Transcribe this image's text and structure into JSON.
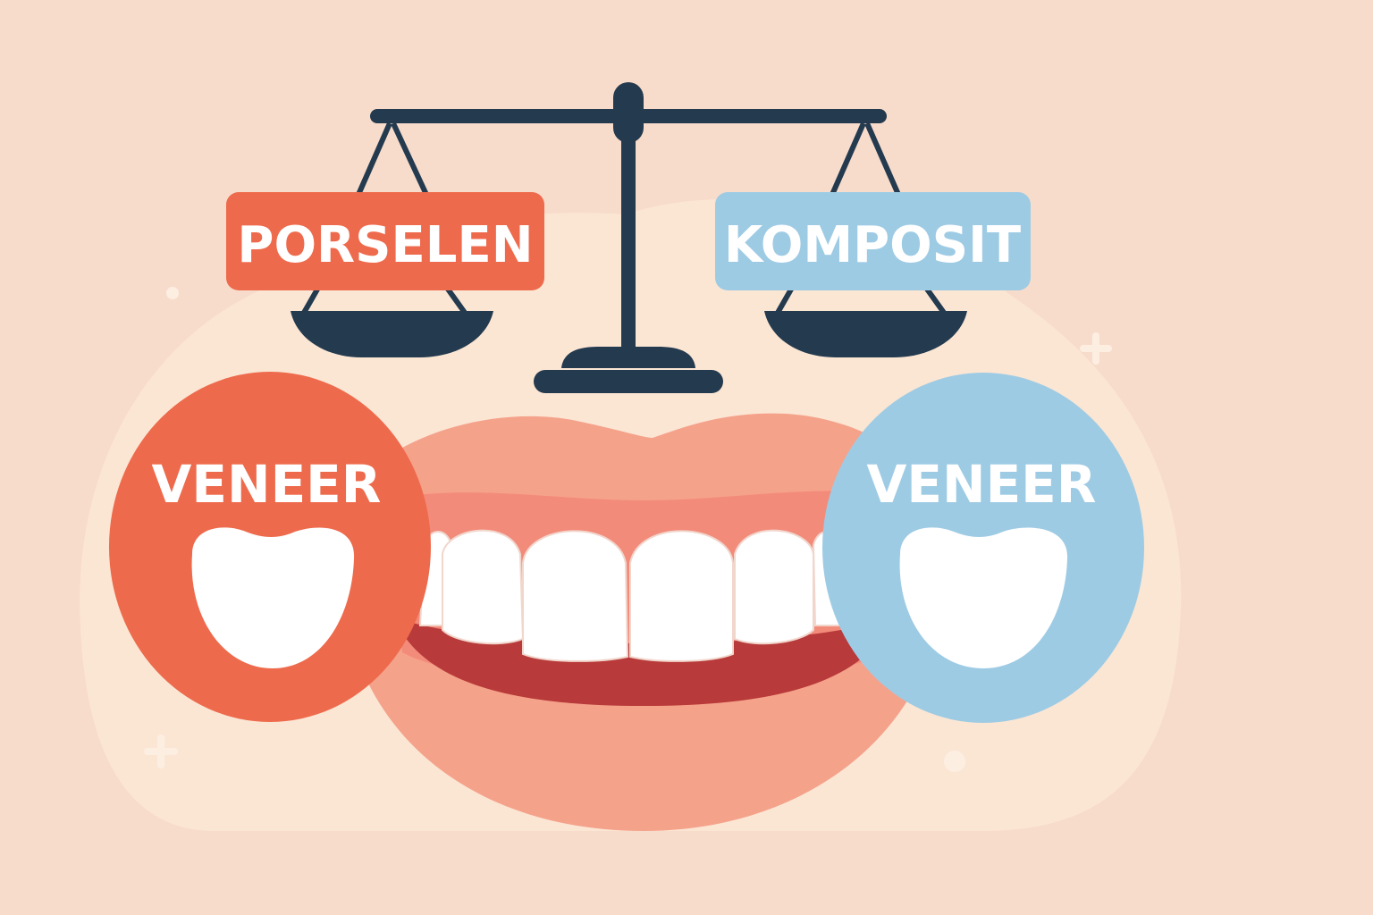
{
  "labels": {
    "left_tag": "PORSELEN",
    "right_tag": "KOMPOSIT",
    "left_circle": "VENEER",
    "right_circle": "VENEER"
  },
  "colors": {
    "background": "#f8dccb",
    "blob": "#fbe6d4",
    "porcelain": "#ee6a4c",
    "composite": "#9ecbe4",
    "scale": "#243a4f",
    "lips": "#f5a28b",
    "gum": "#f38b7b",
    "mouth": "#b83a3a",
    "tooth": "#ffffff"
  },
  "icons": [
    "balance-scale-icon",
    "tooth-icon",
    "sparkle-plus-icon"
  ]
}
